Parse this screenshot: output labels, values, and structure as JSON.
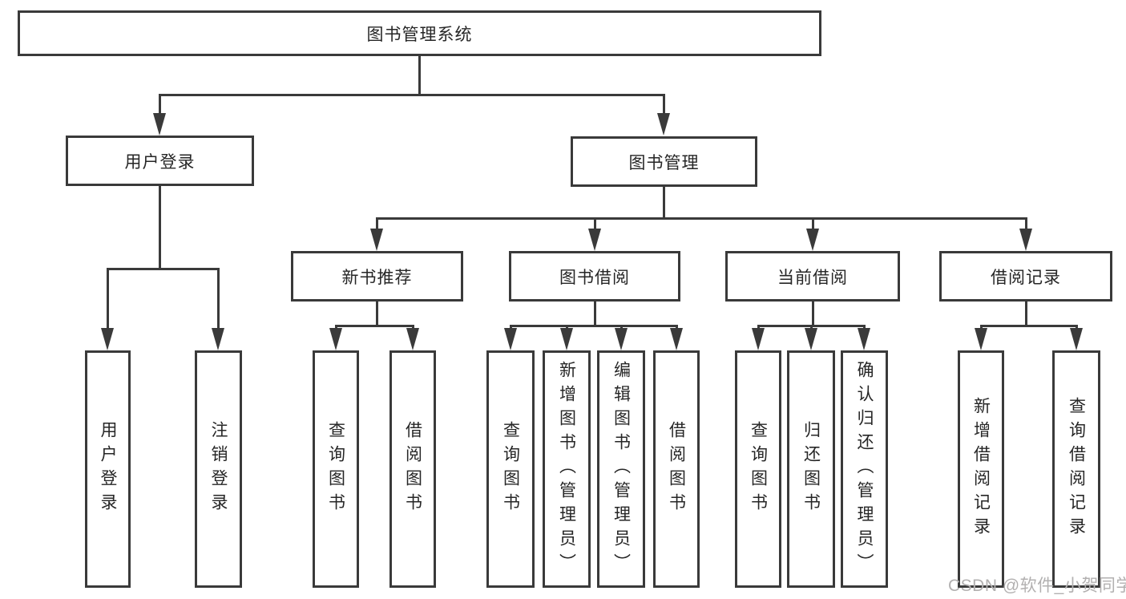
{
  "nodes": {
    "root": "图书管理系统",
    "login_module": "用户登录",
    "book_management": "图书管理",
    "new_book_recommend": "新书推荐",
    "book_borrowing": "图书借阅",
    "current_borrowing": "当前借阅",
    "borrowing_records": "借阅记录",
    "user_login": "用户登录",
    "logout": "注销登录",
    "query_books_recommend": "查询图书",
    "borrow_books_recommend": "借阅图书",
    "query_books_borrowing": "查询图书",
    "add_books_admin": "新增图书（管理员）",
    "edit_books_admin": "编辑图书（管理员）",
    "borrow_books_borrowing": "借阅图书",
    "query_books_current": "查询图书",
    "return_books": "归还图书",
    "confirm_return_admin": "确认归还（管理员）",
    "add_borrow_record": "新增借阅记录",
    "query_borrow_record": "查询借阅记录"
  },
  "watermark": "CSDN @软件_小贺同学",
  "colors": {
    "line": "#3a3a3a",
    "box_border": "#3a3a3a",
    "text": "#262626",
    "background": "#ffffff",
    "watermark": "#b2b0b0"
  }
}
